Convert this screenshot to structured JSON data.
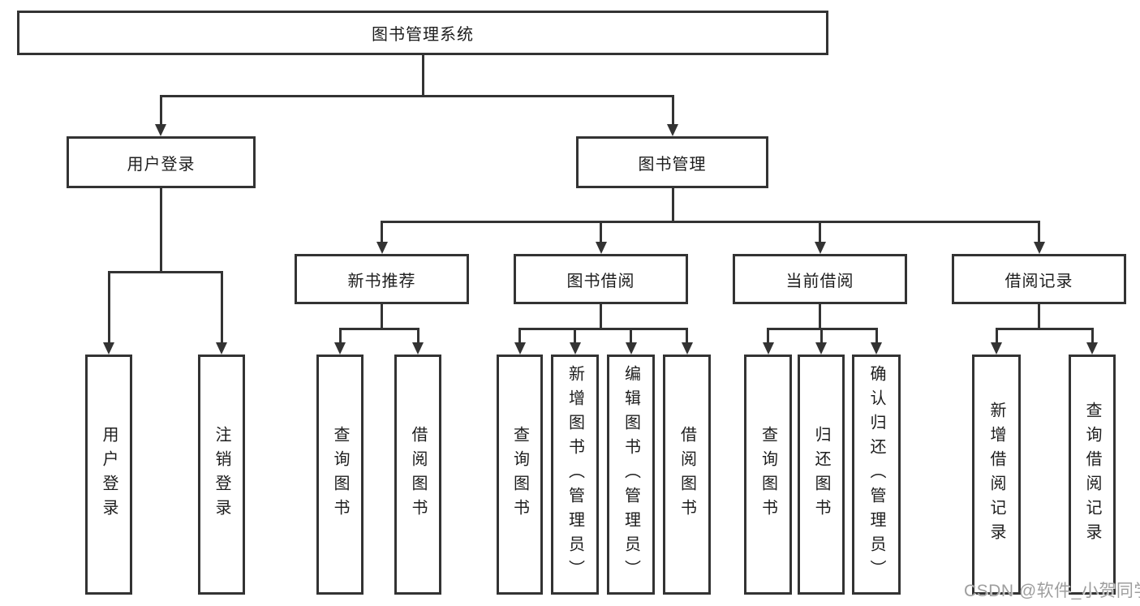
{
  "nodes": {
    "root": "图书管理系统",
    "login": "用户登录",
    "mgmt": "图书管理",
    "recommend": "新书推荐",
    "borrow": "图书借阅",
    "current": "当前借阅",
    "records": "借阅记录",
    "login_user": "用户登录",
    "login_logout": "注销登录",
    "rec_query": "查询图书",
    "rec_borrow": "借阅图书",
    "bor_query": "查询图书",
    "bor_add": "新增图书（管理员）",
    "bor_edit": "编辑图书（管理员）",
    "bor_borrow": "借阅图书",
    "cur_query": "查询图书",
    "cur_return": "归还图书",
    "cur_confirm": "确认归还（管理员）",
    "rcd_add": "新增借阅记录",
    "rcd_query": "查询借阅记录"
  },
  "watermark": "CSDN @软件_小贺同学",
  "colors": {
    "line": "#333333",
    "border": "#333333",
    "text": "#1d1d1d",
    "watermark": "#9e9e9e",
    "background": "#ffffff"
  }
}
